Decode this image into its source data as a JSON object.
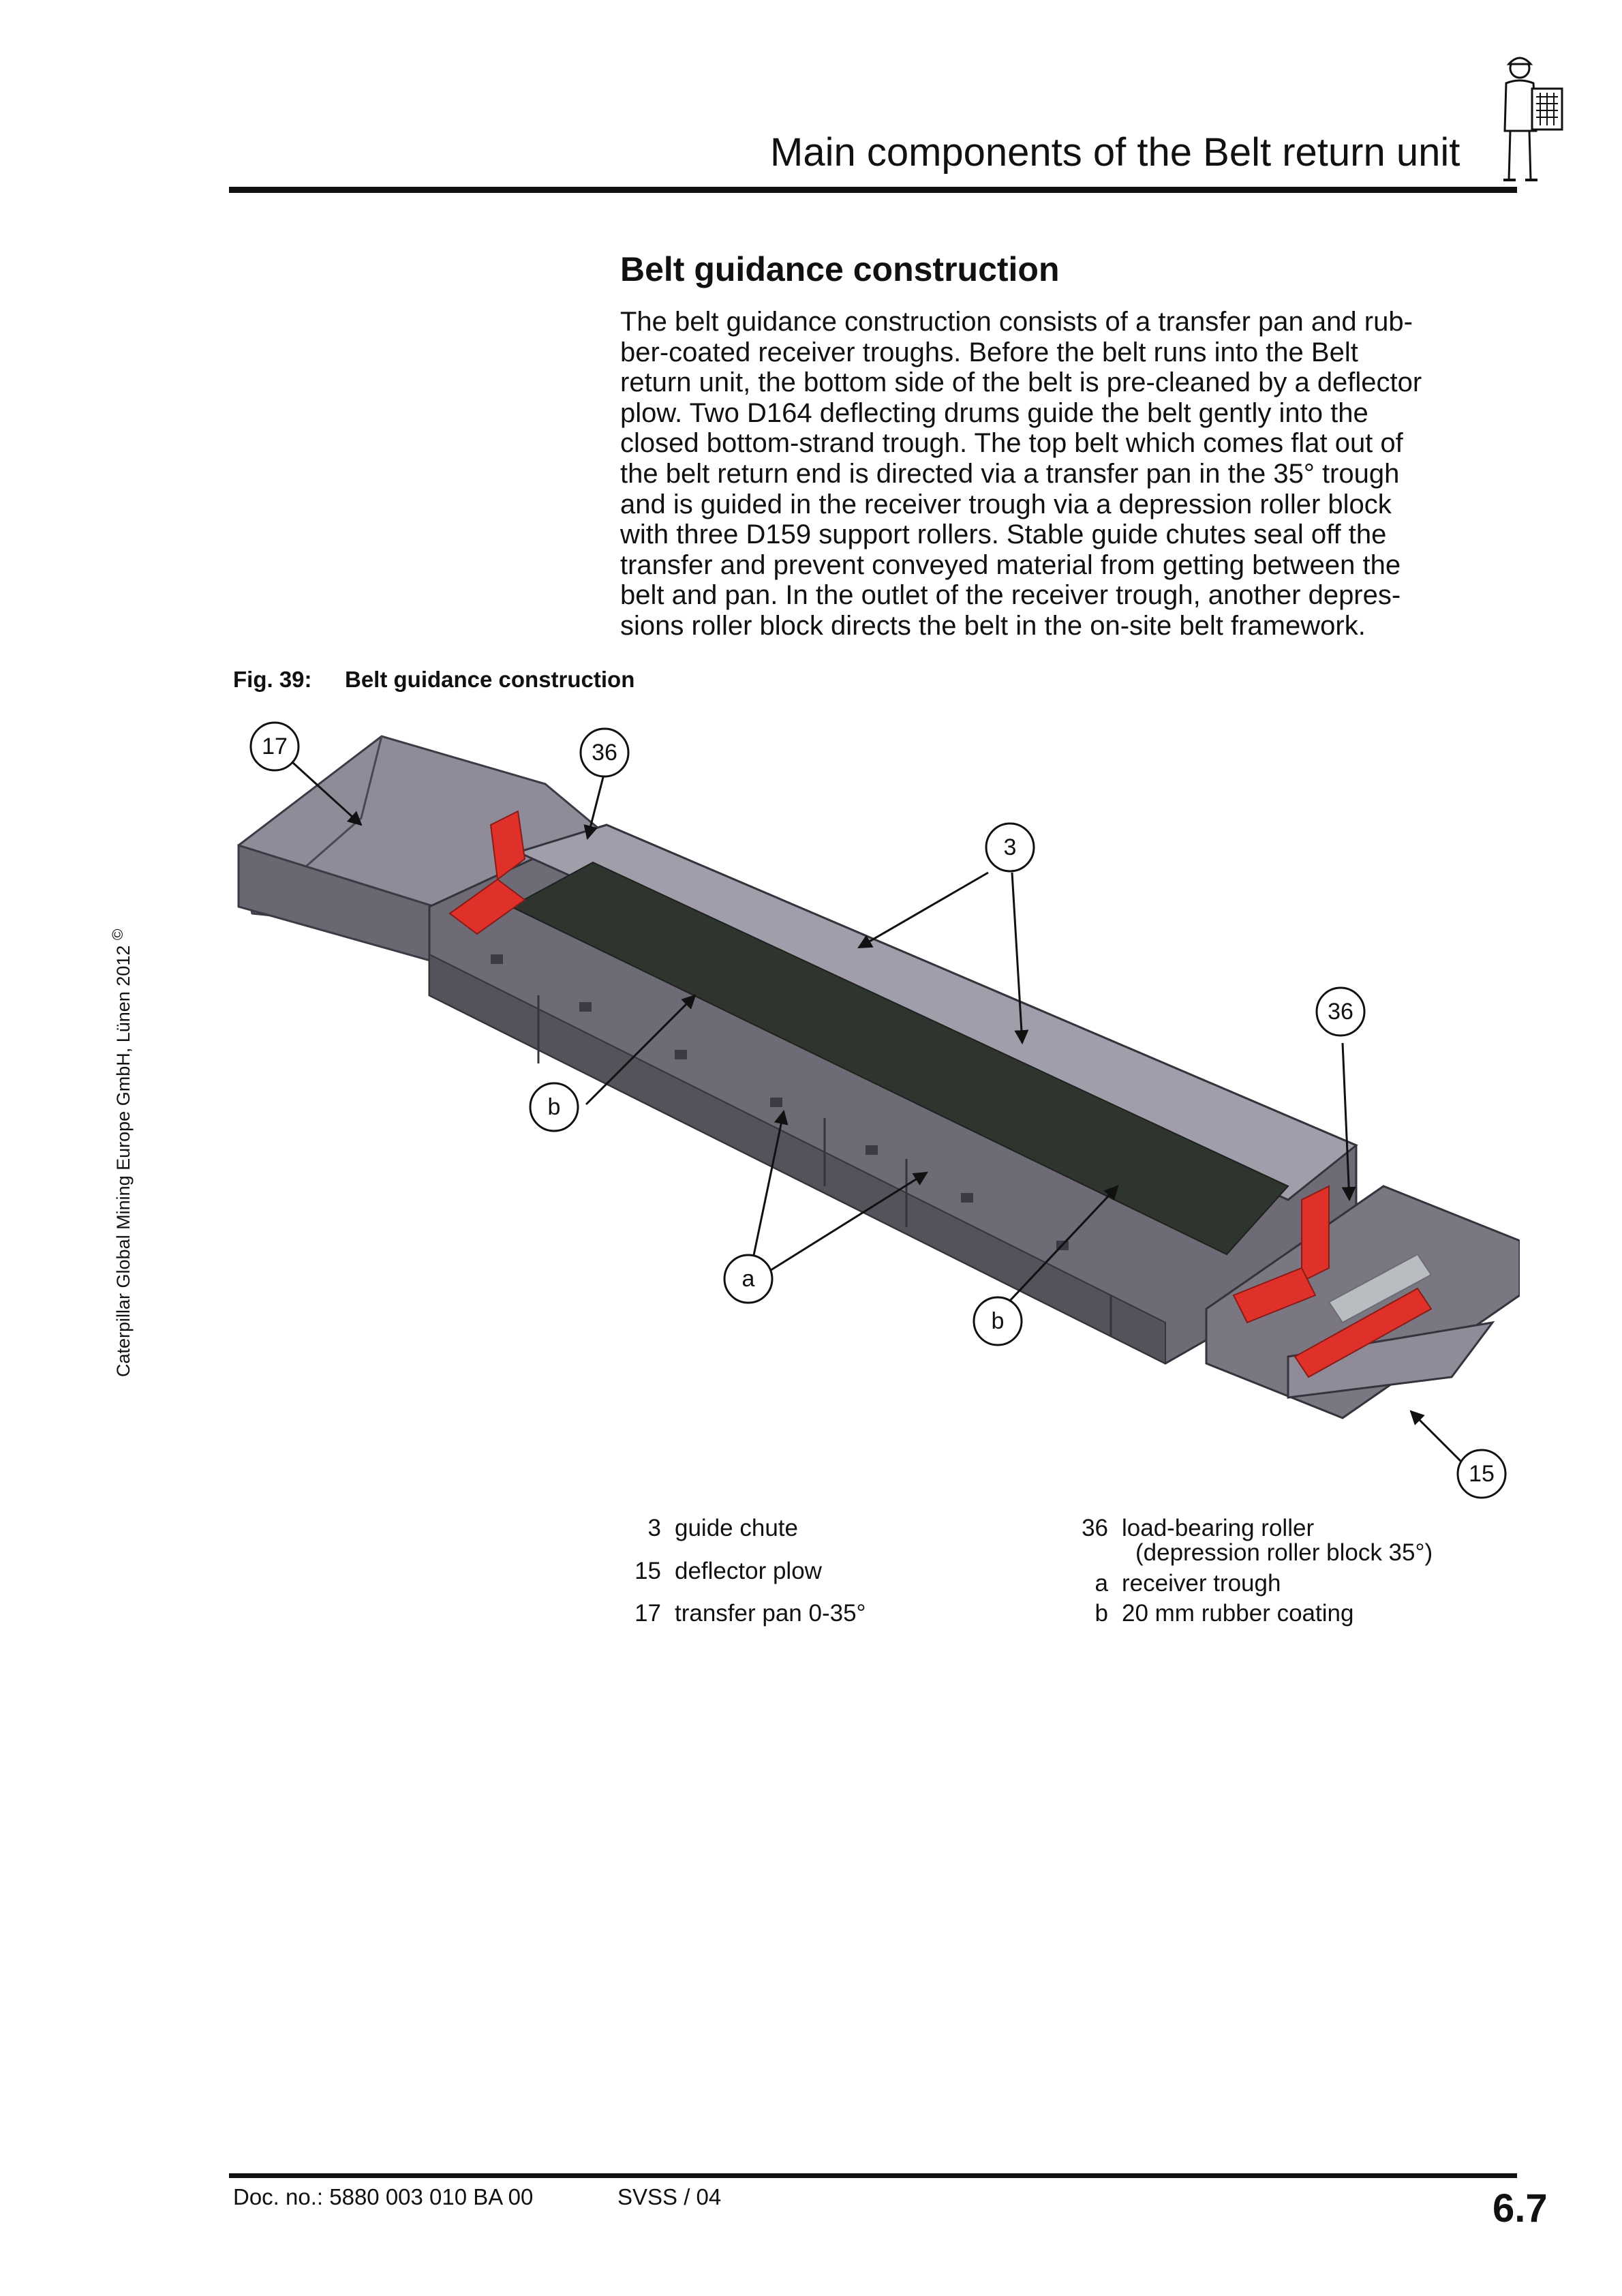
{
  "header": {
    "title": "Main components of the Belt return unit",
    "icon": "worker-with-clipboard-icon"
  },
  "section": {
    "heading": "Belt guidance construction",
    "body_lines": [
      "The belt guidance construction consists of a transfer pan and rub-",
      "ber-coated receiver troughs. Before the belt runs into the Belt",
      "return unit, the bottom side of the belt is pre-cleaned by a deflector",
      "plow. Two D164 deflecting drums guide the belt gently into the",
      "closed bottom-strand trough. The top belt which comes flat out of",
      "the belt return end is directed via a transfer pan in the 35° trough",
      "and is guided in the receiver trough via a depression roller block",
      "with three D159 support rollers. Stable guide chutes seal off the",
      "transfer and prevent conveyed material from getting between the",
      "belt and pan. In the outlet of the receiver trough, another depres-",
      "sions roller block directs the belt in the on-site belt framework."
    ]
  },
  "figure": {
    "number": "Fig. 39:",
    "caption": "Belt guidance construction",
    "callouts": {
      "c17": "17",
      "c36a": "36",
      "c3": "3",
      "c36b": "36",
      "cb1": "b",
      "ca": "a",
      "cb2": "b",
      "c15": "15"
    }
  },
  "legend": {
    "left": [
      {
        "key": "3",
        "text": "guide chute"
      },
      {
        "key": "15",
        "text": "deflector plow"
      },
      {
        "key": "17",
        "text": "transfer pan 0-35°"
      }
    ],
    "right": [
      {
        "key": "36",
        "text": "load-bearing roller",
        "sub": "(depression roller block 35°)"
      },
      {
        "key": "a",
        "text": "receiver trough"
      },
      {
        "key": "b",
        "text": "20 mm rubber coating"
      }
    ]
  },
  "side_note": "Caterpillar Global Mining Europe GmbH, Lünen 2012",
  "copyright_symbol": "©",
  "footer": {
    "doc_no": "Doc. no.: 5880 003 010 BA 00",
    "code": "SVSS / 04",
    "page": "6.7"
  },
  "colors": {
    "frame": "#5a5560",
    "frame_light": "#9a96a2",
    "trough_dark": "#2e342e",
    "roller_red": "#e0302a",
    "roller_grey": "#b9bcc0"
  }
}
